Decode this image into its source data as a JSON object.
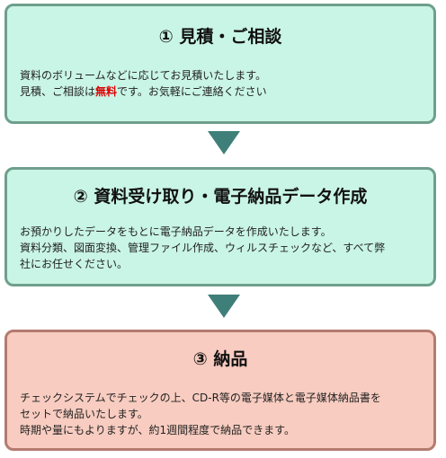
{
  "step1": {
    "title": "① 見積・ご相談",
    "desc_line1": "資料のボリュームなどに応じてお見積いたします。",
    "desc_line2_pre": "見積、ご相談は",
    "desc_line2_free": "無料",
    "desc_line2_post": "です。お気軽にご連絡ください"
  },
  "step2": {
    "title": "② 資料受け取り・電子納品データ作成",
    "desc_line1": "お預かりしたデータをもとに電子納品データを作成いたします。",
    "desc_line2": "資料分類、図面変換、管理ファイル作成、ウィルスチェックなど、すべて弊",
    "desc_line3": "社にお任せください。"
  },
  "step3": {
    "title": "③ 納品",
    "desc_line1": "チェックシステムでチェックの上、CD-R等の電子媒体と電子媒体納品書を",
    "desc_line2": "セットで納品いたします。",
    "desc_line3": "時期や量にもよりますが、約1週間程度で納品できます。"
  },
  "colors": {
    "green_box_bg": "#c9f5e6",
    "green_box_border": "#6f9f8c",
    "pink_box_bg": "#f8ccc0",
    "pink_box_border": "#b47b70",
    "arrow": "#3f7f79",
    "free_highlight": "#e00000"
  },
  "icons": {
    "arrow": "down-triangle-arrow-icon"
  }
}
